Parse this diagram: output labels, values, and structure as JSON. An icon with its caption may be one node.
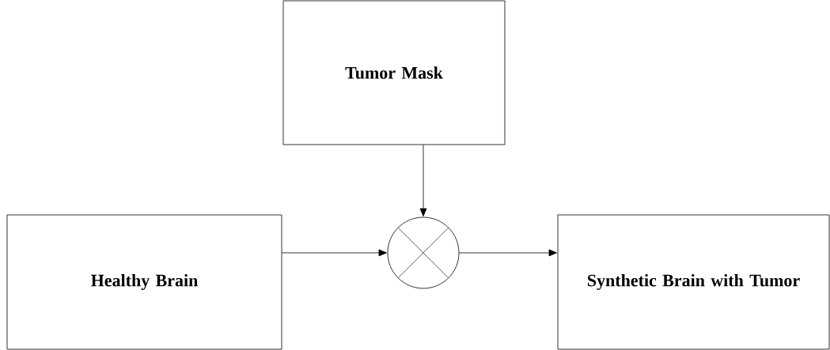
{
  "diagram": {
    "nodes": [
      {
        "text": [
          "Tumor Mask"
        ]
      },
      {
        "text": [
          "Healthy Brain"
        ]
      },
      {
        "text": [],
        "shape": "circle"
      },
      {
        "text": [
          "Synthetic Brain with Tumor"
        ]
      }
    ],
    "edges": [
      {
        "from": 0,
        "to": 2,
        "arrow": "to"
      },
      {
        "from": 1,
        "to": 2,
        "arrow": "to"
      },
      {
        "from": 2,
        "to": 3,
        "arrow": "to"
      }
    ]
  }
}
